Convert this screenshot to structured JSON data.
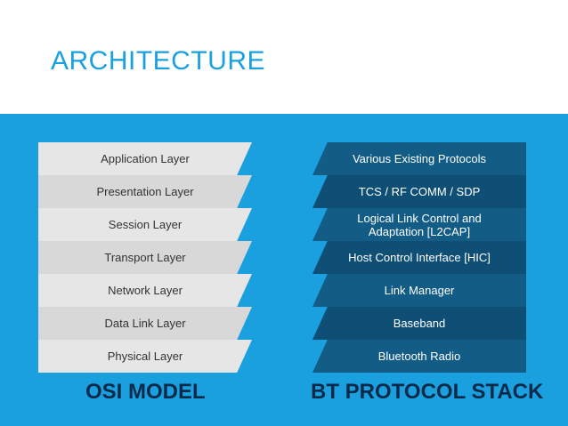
{
  "title": "ARCHITECTURE",
  "osi": {
    "caption": "OSI MODEL",
    "layers": [
      "Application Layer",
      "Presentation Layer",
      "Session Layer",
      "Transport Layer",
      "Network Layer",
      "Data Link Layer",
      "Physical Layer"
    ]
  },
  "bt": {
    "caption": "BT PROTOCOL STACK",
    "layers": [
      "Various Existing Protocols",
      "TCS / RF COMM / SDP",
      "Logical Link Control and Adaptation [L2CAP]",
      "Host Control Interface [HIC]",
      "Link Manager",
      "Baseband",
      "Bluetooth Radio"
    ]
  },
  "colors": {
    "accent": "#1aa0df",
    "osi_box": "#e6e6e6",
    "bt_box": "#10577f",
    "caption": "#0b2a4a"
  }
}
